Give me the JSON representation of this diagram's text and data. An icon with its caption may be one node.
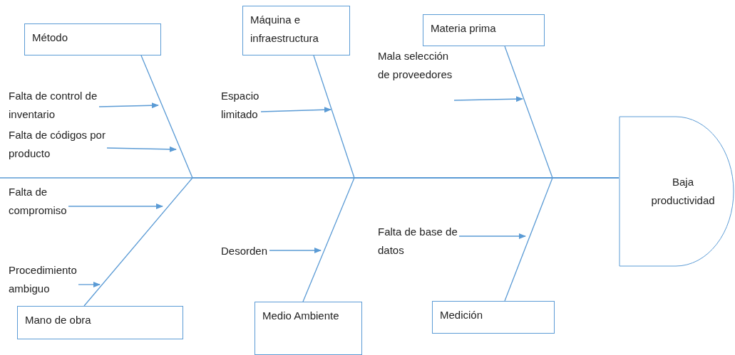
{
  "diagram": {
    "nodes": [
      {
        "text": [
          "Método"
        ]
      },
      {
        "text": [
          "Máquina e infraestructura"
        ]
      },
      {
        "text": [
          "Materia prima"
        ]
      },
      {
        "text": [
          "Falta de control de inventario"
        ]
      },
      {
        "text": [
          "Falta de códigos por producto"
        ]
      },
      {
        "text": [
          "Espacio limitado"
        ]
      },
      {
        "text": [
          "Mala selección de proveedores"
        ]
      },
      {
        "text": [
          "Baja productividad"
        ]
      },
      {
        "text": [
          "Falta de compromiso"
        ]
      },
      {
        "text": [
          "Procedimiento ambiguo"
        ]
      },
      {
        "text": [
          "Desorden"
        ]
      },
      {
        "text": [
          "Falta de base de datos"
        ]
      },
      {
        "text": [
          "Mano de obra"
        ]
      },
      {
        "text": [
          "Medio Ambiente"
        ]
      },
      {
        "text": [
          "Medición"
        ]
      }
    ],
    "edges": [
      {
        "from": 0,
        "to": 7,
        "arrow": "none"
      },
      {
        "from": 1,
        "to": 7,
        "arrow": "none"
      },
      {
        "from": 2,
        "to": 7,
        "arrow": "none"
      },
      {
        "from": 12,
        "to": 7,
        "arrow": "none"
      },
      {
        "from": 13,
        "to": 7,
        "arrow": "none"
      },
      {
        "from": 14,
        "to": 7,
        "arrow": "none"
      },
      {
        "from": 3,
        "to": null,
        "arrow": "to"
      },
      {
        "from": 4,
        "to": null,
        "arrow": "to"
      },
      {
        "from": 5,
        "to": null,
        "arrow": "to"
      },
      {
        "from": 6,
        "to": null,
        "arrow": "to"
      },
      {
        "from": 8,
        "to": null,
        "arrow": "to"
      },
      {
        "from": 9,
        "to": null,
        "arrow": "to"
      },
      {
        "from": 10,
        "to": null,
        "arrow": "to"
      },
      {
        "from": 11,
        "to": null,
        "arrow": "to"
      }
    ]
  }
}
